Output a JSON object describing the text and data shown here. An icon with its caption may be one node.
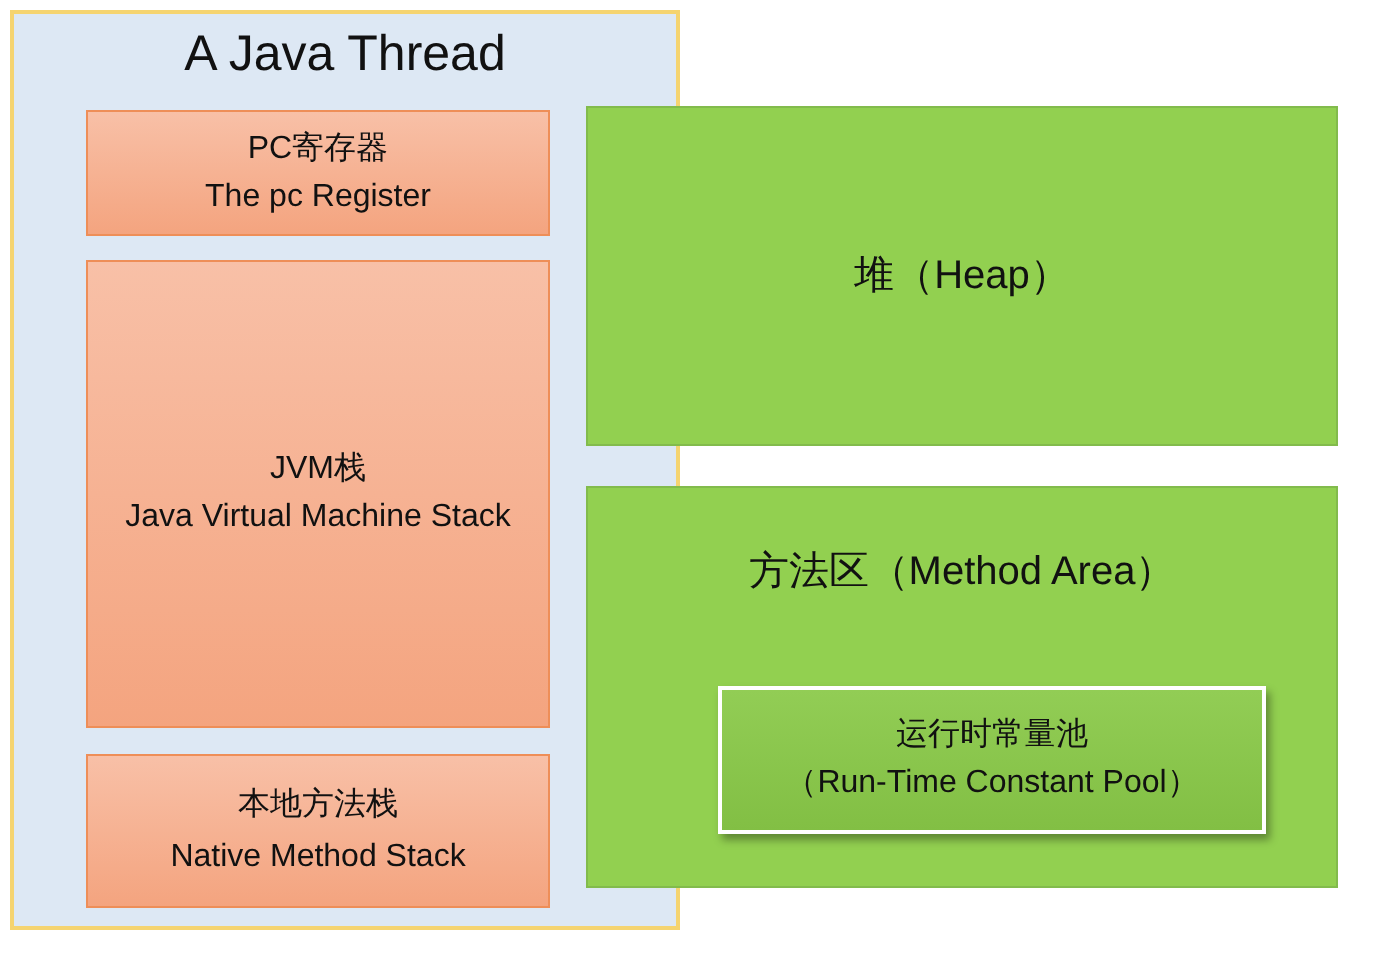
{
  "diagram": {
    "nodes": [
      {
        "text": [
          "A Java Thread"
        ]
      },
      {
        "text": [
          "PC寄存器",
          "The pc Register"
        ],
        "in": 0
      },
      {
        "text": [
          "JVM栈",
          "Java Virtual Machine Stack"
        ],
        "in": 0
      },
      {
        "text": [
          "本地方法栈",
          "Native Method Stack"
        ],
        "in": 0
      },
      {
        "text": [
          "堆（Heap）"
        ]
      },
      {
        "text": [
          "方法区（Method Area）"
        ]
      },
      {
        "text": [
          "运行时常量池",
          "（Run-Time Constant Pool）"
        ],
        "in": 5
      }
    ]
  }
}
